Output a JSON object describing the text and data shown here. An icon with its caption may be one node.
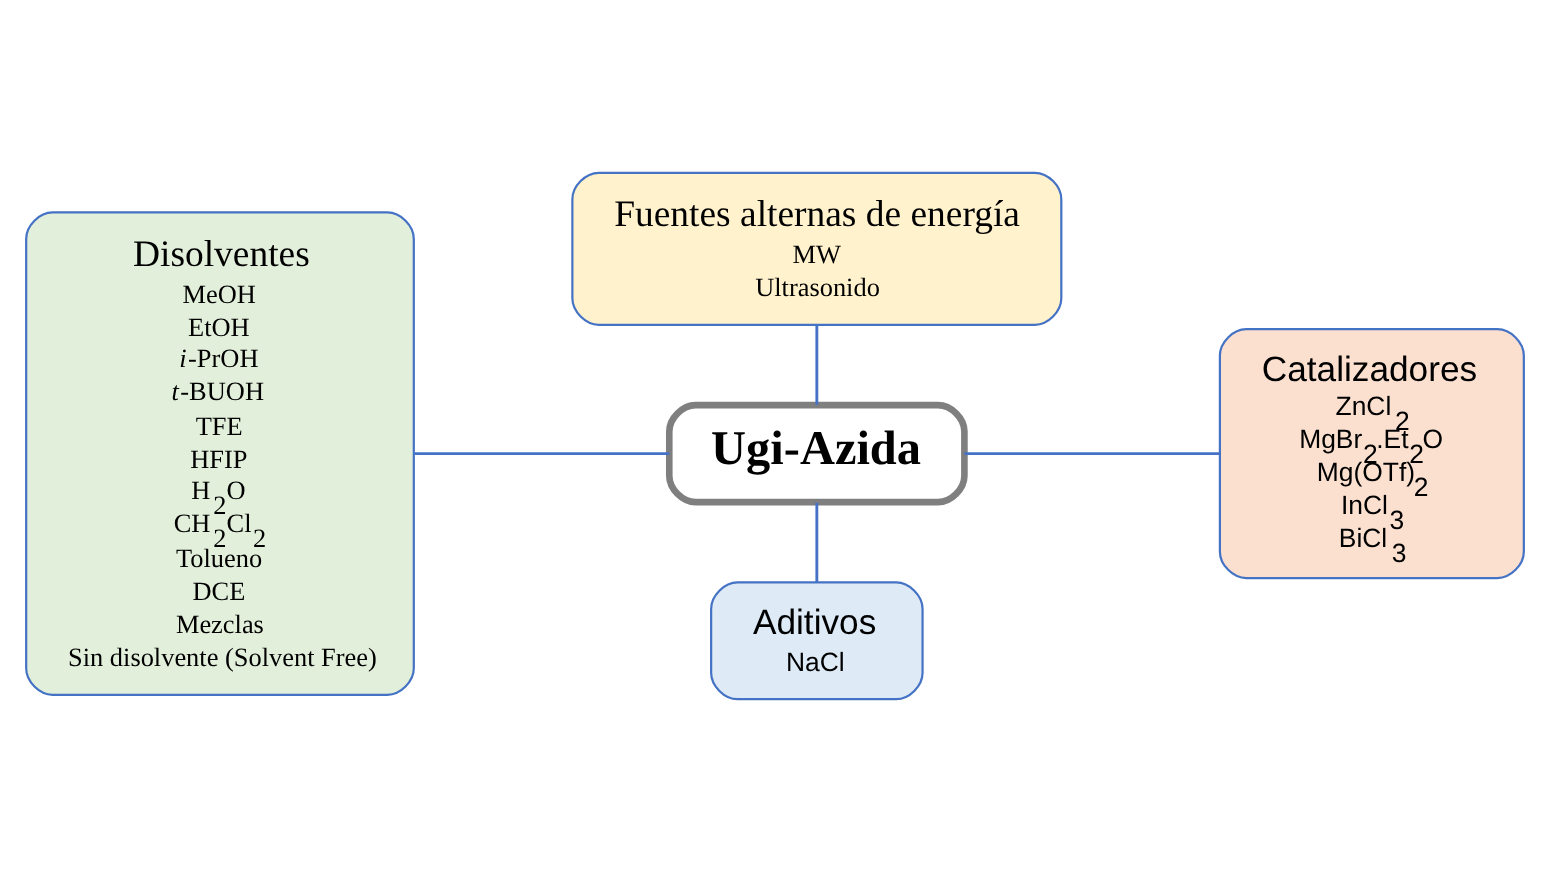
{
  "diagram": {
    "nodes": [
      {
        "text": [
          "Ugi-Azida"
        ]
      },
      {
        "text": [
          "Fuentes alternas de energía",
          "MW",
          "Ultrasonido"
        ]
      },
      {
        "text": [
          "Disolventes",
          "MeOH",
          "EtOH",
          "*i*-PrOH",
          "*t*-BUOH",
          "TFE",
          "HFIP",
          "H$_{2}$O",
          "CH$_{2}$Cl$_{2}$",
          "Tolueno",
          "DCE",
          "Mezclas",
          "Sin disolvente (Solvent Free)"
        ]
      },
      {
        "text": [
          "Catalizadores",
          "ZnCl$_{2}$",
          "MgBr$_{2}$.Et$_{2}$O",
          "Mg(OTf)$_{2}$",
          "InCl$_{3}$",
          "BiCl$_{3}$"
        ]
      },
      {
        "text": [
          "Aditivos",
          "NaCl"
        ]
      }
    ],
    "edges": [
      {
        "from": 1,
        "to": 0,
        "arrow": "none"
      },
      {
        "from": 2,
        "to": 0,
        "arrow": "none"
      },
      {
        "from": 0,
        "to": 3,
        "arrow": "none"
      },
      {
        "from": 0,
        "to": 4,
        "arrow": "none"
      }
    ]
  }
}
